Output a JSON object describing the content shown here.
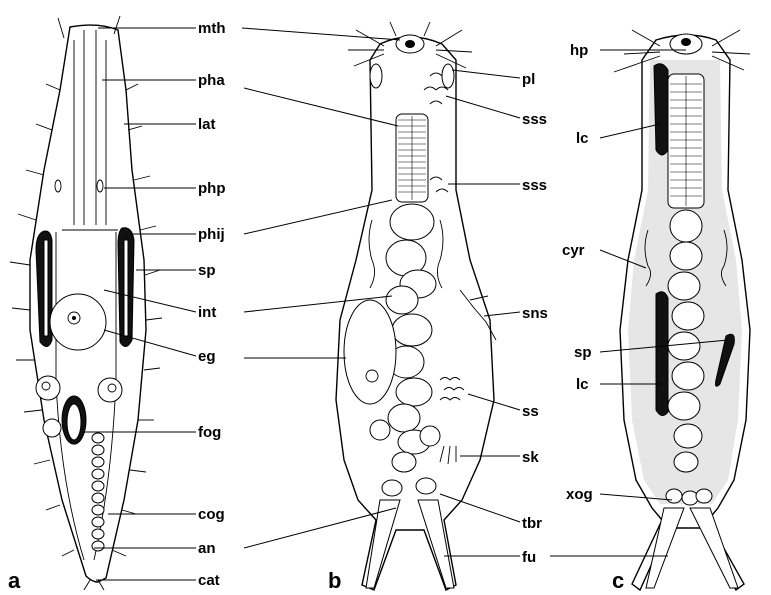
{
  "panels": {
    "a": "a",
    "b": "b",
    "c": "c"
  },
  "labels_a": {
    "mth": "mth",
    "pha": "pha",
    "lat": "lat",
    "php": "php",
    "phij": "phij",
    "sp": "sp",
    "int": "int",
    "eg": "eg",
    "fog": "fog",
    "cog": "cog",
    "an": "an",
    "cat": "cat"
  },
  "labels_b": {
    "pl": "pl",
    "sss1": "sss",
    "sss2": "sss",
    "sns": "sns",
    "ss": "ss",
    "sk": "sk",
    "tbr": "tbr",
    "fu": "fu"
  },
  "labels_c": {
    "hp": "hp",
    "lc1": "lc",
    "cyr": "cyr",
    "sp": "sp",
    "lc2": "lc",
    "xog": "xog"
  }
}
